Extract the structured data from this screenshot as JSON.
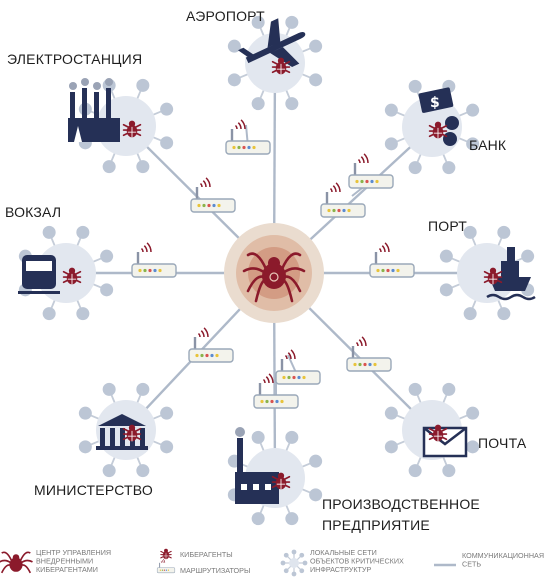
{
  "nodes": [
    {
      "id": "airport",
      "label": "АЭРОПОРТ",
      "icon": "airplane-icon"
    },
    {
      "id": "power",
      "label": "ЭЛЕКТРОСТАНЦИЯ",
      "icon": "power-plant-icon"
    },
    {
      "id": "bank",
      "label": "БАНК",
      "icon": "money-icon"
    },
    {
      "id": "station",
      "label": "ВОКЗАЛ",
      "icon": "train-icon"
    },
    {
      "id": "port",
      "label": "ПОРТ",
      "icon": "ship-icon"
    },
    {
      "id": "ministry",
      "label": "МИНИСТЕРСТВО",
      "icon": "government-building-icon"
    },
    {
      "id": "post",
      "label": "ПОЧТА",
      "icon": "envelope-icon"
    },
    {
      "id": "factory",
      "label_lines": [
        "ПРОИЗВОДСТВЕННОЕ",
        "ПРЕДПРИЯТИЕ"
      ],
      "icon": "factory-icon"
    }
  ],
  "legend": [
    {
      "icon": "control-center-icon",
      "lines": [
        "ЦЕНТР УПРАВЛЕНИЯ",
        "ВНЕДРЕННЫМИ",
        "КИБЕРАГЕНТАМИ"
      ]
    },
    {
      "icon": "bug-icon",
      "lines": [
        "КИБЕРАГЕНТЫ"
      ]
    },
    {
      "icon": "router-icon",
      "lines": [
        "МАРШРУТИЗАТОРЫ"
      ]
    },
    {
      "icon": "local-network-icon",
      "lines": [
        "ЛОКАЛЬНЫЕ СЕТИ",
        "ОБЪЕКТОВ КРИТИЧЕСКИХ",
        "ИНФРАСТРУКТУР"
      ]
    },
    {
      "icon": "network-line-icon",
      "lines": [
        "КОММУНИКАЦИОННАЯ",
        "СЕТЬ"
      ]
    }
  ],
  "colors": {
    "accent": "#8b1a2b",
    "halo": "#ddc7b8",
    "network": "#aeb9c9",
    "spoke": "#c4ccd8",
    "icon": "#253056",
    "router": "#f3f3ec"
  }
}
